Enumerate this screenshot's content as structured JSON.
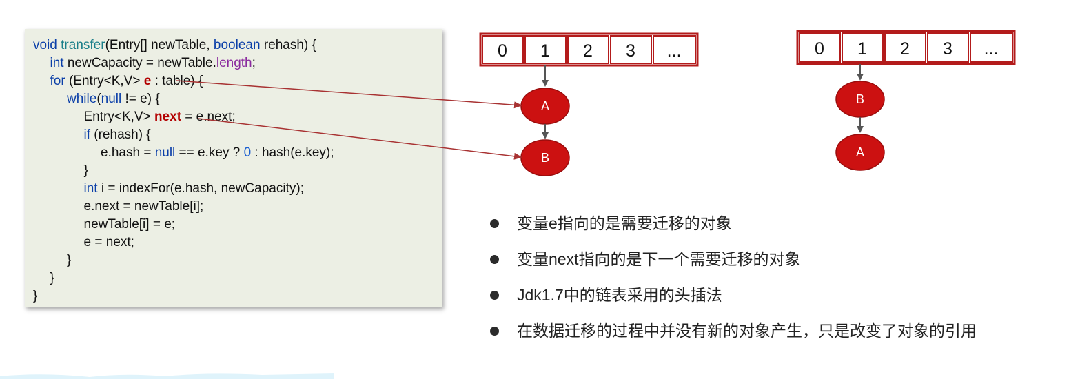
{
  "code": {
    "lines": [
      {
        "indent": 0,
        "tokens": [
          {
            "t": "void ",
            "c": "kw"
          },
          {
            "t": "transfer",
            "c": "fn"
          },
          {
            "t": "(Entry[] newTable, ",
            "c": ""
          },
          {
            "t": "boolean",
            "c": "kw"
          },
          {
            "t": " rehash) {",
            "c": ""
          }
        ]
      },
      {
        "indent": 1,
        "tokens": [
          {
            "t": "int",
            "c": "kw"
          },
          {
            "t": " newCapacity = newTable.",
            "c": ""
          },
          {
            "t": "length",
            "c": "fld"
          },
          {
            "t": ";",
            "c": ""
          }
        ]
      },
      {
        "indent": 1,
        "tokens": [
          {
            "t": "for",
            "c": "kw"
          },
          {
            "t": " (Entry<K,V> ",
            "c": ""
          },
          {
            "t": "e",
            "c": "hl"
          },
          {
            "t": " : table) {",
            "c": ""
          }
        ]
      },
      {
        "indent": 2,
        "tokens": [
          {
            "t": "while",
            "c": "kw"
          },
          {
            "t": "(",
            "c": ""
          },
          {
            "t": "null",
            "c": "kw"
          },
          {
            "t": " != e) {",
            "c": ""
          }
        ]
      },
      {
        "indent": 3,
        "tokens": [
          {
            "t": "Entry<K,V> ",
            "c": ""
          },
          {
            "t": "next",
            "c": "hl"
          },
          {
            "t": " = e.next;",
            "c": ""
          }
        ]
      },
      {
        "indent": 3,
        "tokens": [
          {
            "t": "if",
            "c": "kw"
          },
          {
            "t": " (rehash) {",
            "c": ""
          }
        ]
      },
      {
        "indent": 4,
        "tokens": [
          {
            "t": "e.hash = ",
            "c": ""
          },
          {
            "t": "null",
            "c": "kw"
          },
          {
            "t": " == e.key ? ",
            "c": ""
          },
          {
            "t": "0",
            "c": "num"
          },
          {
            "t": " : hash(e.key);",
            "c": ""
          }
        ]
      },
      {
        "indent": 3,
        "tokens": [
          {
            "t": "}",
            "c": ""
          }
        ]
      },
      {
        "indent": 3,
        "tokens": [
          {
            "t": "int",
            "c": "kw"
          },
          {
            "t": " i = indexFor(e.hash, newCapacity);",
            "c": ""
          }
        ]
      },
      {
        "indent": 3,
        "tokens": [
          {
            "t": "e.next = newTable[i];",
            "c": ""
          }
        ]
      },
      {
        "indent": 3,
        "tokens": [
          {
            "t": "newTable[i] = e;",
            "c": ""
          }
        ]
      },
      {
        "indent": 3,
        "tokens": [
          {
            "t": "e = next;",
            "c": ""
          }
        ]
      },
      {
        "indent": 2,
        "tokens": [
          {
            "t": "}",
            "c": ""
          }
        ]
      },
      {
        "indent": 1,
        "tokens": [
          {
            "t": "}",
            "c": ""
          }
        ]
      },
      {
        "indent": 0,
        "tokens": [
          {
            "t": "}",
            "c": ""
          }
        ]
      }
    ]
  },
  "tables": [
    {
      "cells": [
        "0",
        "1",
        "2",
        "3",
        "..."
      ],
      "chain": [
        "A",
        "B"
      ]
    },
    {
      "cells": [
        "0",
        "1",
        "2",
        "3",
        "..."
      ],
      "chain": [
        "B",
        "A"
      ]
    }
  ],
  "bullets": [
    "变量e指向的是需要迁移的对象",
    "变量next指向的是下一个需要迁移的对象",
    "Jdk1.7中的链表采用的头插法",
    "在数据迁移的过程中并没有新的对象产生，只是改变了对象的引用"
  ],
  "colors": {
    "box_border": "#b31b1b",
    "node_fill": "#cc1111",
    "arrow": "#a83232",
    "link": "#555555"
  }
}
